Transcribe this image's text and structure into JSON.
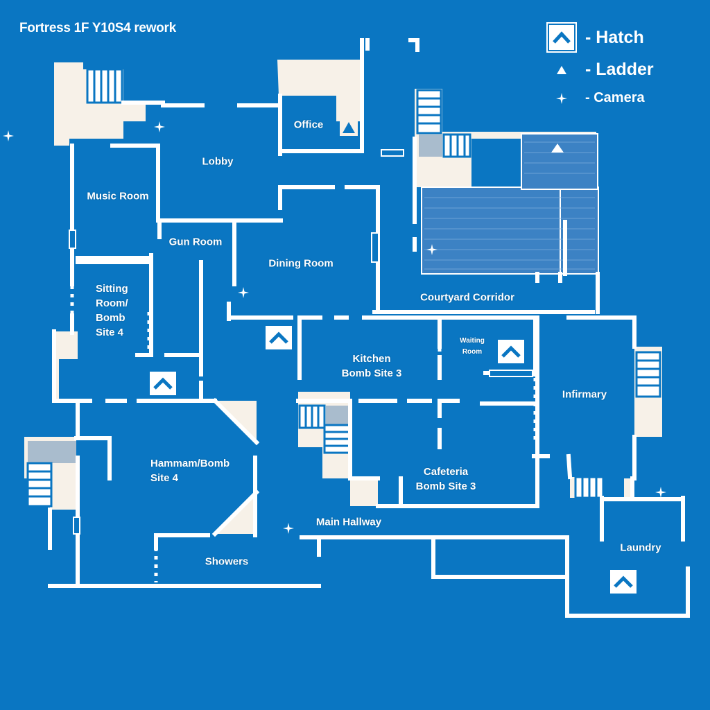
{
  "title": "Fortress 1F Y10S4 rework",
  "legend": {
    "hatch": "- Hatch",
    "ladder": "- Ladder",
    "camera": "- Camera"
  },
  "rooms": {
    "lobby": "Lobby",
    "office": "Office",
    "music_room": "Music Room",
    "gun_room": "Gun Room",
    "dining_room": "Dining Room",
    "sitting_room": "Sitting\nRoom/\nBomb\nSite 4",
    "courtyard_corridor": "Courtyard Corridor",
    "kitchen": "Kitchen\nBomb Site 3",
    "waiting_room": "Waiting\nRoom",
    "infirmary": "Infirmary",
    "hammam": "Hammam/Bomb\nSite 4",
    "cafeteria": "Cafeteria\nBomb Site 3",
    "main_hallway": "Main Hallway",
    "showers": "Showers",
    "laundry": "Laundry"
  },
  "colors": {
    "background": "#0a76c2",
    "walls": "#ffffff",
    "outdoor": "#f7f1e8",
    "stairs_landing": "#a9bccd",
    "courtyard_fill": "#3c82c4"
  }
}
